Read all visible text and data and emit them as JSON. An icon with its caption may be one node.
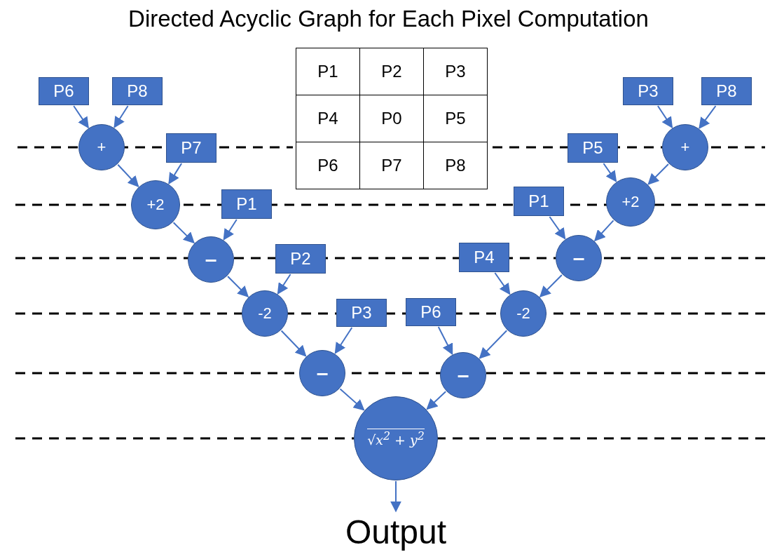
{
  "diagram": {
    "title": "Directed Acyclic Graph for Each Pixel Computation",
    "nodes": [
      {
        "text": [
          "P6"
        ]
      },
      {
        "text": [
          "P8"
        ]
      },
      {
        "text": [
          "+"
        ]
      },
      {
        "text": [
          "P7"
        ]
      },
      {
        "text": [
          "+2"
        ]
      },
      {
        "text": [
          "P1"
        ]
      },
      {
        "text": [
          "–"
        ]
      },
      {
        "text": [
          "P2"
        ]
      },
      {
        "text": [
          "-2"
        ]
      },
      {
        "text": [
          "P3"
        ]
      },
      {
        "text": [
          "–"
        ]
      },
      {
        "text": [
          "P3"
        ]
      },
      {
        "text": [
          "P8"
        ]
      },
      {
        "text": [
          "+"
        ]
      },
      {
        "text": [
          "P5"
        ]
      },
      {
        "text": [
          "+2"
        ]
      },
      {
        "text": [
          "P1"
        ]
      },
      {
        "text": [
          "–"
        ]
      },
      {
        "text": [
          "P4"
        ]
      },
      {
        "text": [
          "-2"
        ]
      },
      {
        "text": [
          "P6"
        ]
      },
      {
        "text": [
          "–"
        ]
      },
      {
        "text": [
          "√x$^{2}$ + y$^{2}$"
        ]
      },
      {
        "text": [
          "Output"
        ]
      }
    ],
    "edges": [
      {
        "from": 0,
        "to": 2,
        "arrow": "to"
      },
      {
        "from": 1,
        "to": 2,
        "arrow": "to"
      },
      {
        "from": 2,
        "to": 4,
        "arrow": "to"
      },
      {
        "from": 3,
        "to": 4,
        "arrow": "to"
      },
      {
        "from": 4,
        "to": 6,
        "arrow": "to"
      },
      {
        "from": 5,
        "to": 6,
        "arrow": "to"
      },
      {
        "from": 6,
        "to": 8,
        "arrow": "to"
      },
      {
        "from": 7,
        "to": 8,
        "arrow": "to"
      },
      {
        "from": 8,
        "to": 10,
        "arrow": "to"
      },
      {
        "from": 9,
        "to": 10,
        "arrow": "to"
      },
      {
        "from": 10,
        "to": 22,
        "arrow": "to"
      },
      {
        "from": 11,
        "to": 13,
        "arrow": "to"
      },
      {
        "from": 12,
        "to": 13,
        "arrow": "to"
      },
      {
        "from": 13,
        "to": 15,
        "arrow": "to"
      },
      {
        "from": 14,
        "to": 15,
        "arrow": "to"
      },
      {
        "from": 15,
        "to": 17,
        "arrow": "to"
      },
      {
        "from": 16,
        "to": 17,
        "arrow": "to"
      },
      {
        "from": 17,
        "to": 19,
        "arrow": "to"
      },
      {
        "from": 18,
        "to": 19,
        "arrow": "to"
      },
      {
        "from": 19,
        "to": 21,
        "arrow": "to"
      },
      {
        "from": 20,
        "to": 21,
        "arrow": "to"
      },
      {
        "from": 21,
        "to": 22,
        "arrow": "to"
      },
      {
        "from": 22,
        "to": 23,
        "arrow": "to"
      }
    ],
    "labels": [
      "P1",
      "P2",
      "P3",
      "P4",
      "P0",
      "P5",
      "P6",
      "P7",
      "P8"
    ]
  }
}
